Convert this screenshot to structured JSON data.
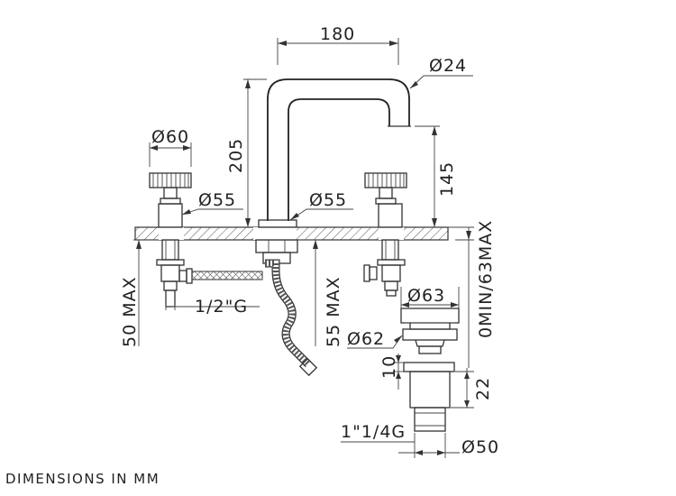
{
  "dimensions": {
    "spout_reach": "180",
    "spout_diameter": "Ø24",
    "spout_height": "205",
    "spout_outlet_height": "145",
    "handle_diameter": "Ø60",
    "handle_base_diameter": "Ø55",
    "spout_base_diameter": "Ø55",
    "inlet_thread": "1/2\"G",
    "inlet_depth": "50 MAX",
    "hose_depth": "55 MAX",
    "deck_thickness": "0MIN/63MAX",
    "drain_cap_diameter": "Ø63",
    "drain_flange_diameter": "Ø62",
    "drain_flange_height": "10",
    "drain_body_height": "22",
    "drain_thread": "1\"1/4G",
    "drain_body_diameter": "Ø50"
  },
  "footer": {
    "note": "DIMENSIONS IN MM"
  }
}
